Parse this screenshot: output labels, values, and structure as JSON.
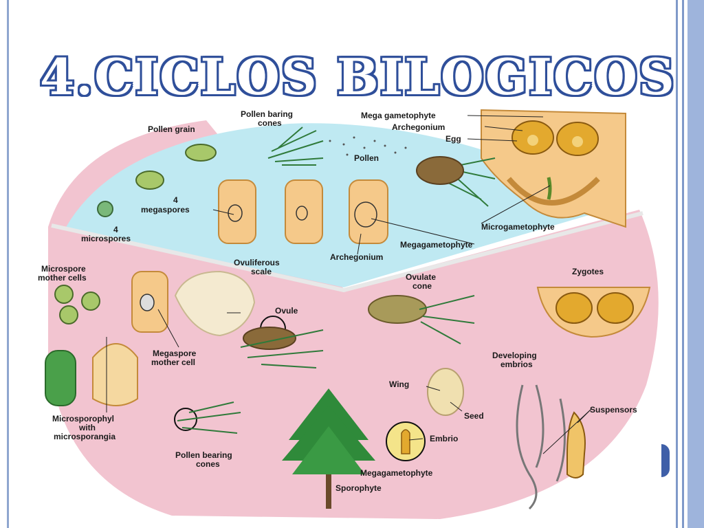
{
  "title": "4.CICLOS BILOGICOS",
  "labels": {
    "pollen_grain": "Pollen grain",
    "pollen_baring_cones_1": "Pollen baring",
    "pollen_baring_cones_2": "cones",
    "mega_gametophyte": "Mega gametophyte",
    "archegonium_top": "Archegonium",
    "egg": "Egg",
    "pollen": "Pollen",
    "megaspores_1": "4",
    "megaspores_2": "megaspores",
    "microspores_1": "4",
    "microspores_2": "microspores",
    "microgametophyte": "Microgametophyte",
    "megagametophyte_top": "Megagametophyte",
    "archegonium_mid": "Archegonium",
    "ovuliferous_1": "Ovuliferous",
    "ovuliferous_2": "scale",
    "microspore_mother_1": "Microspore",
    "microspore_mother_2": "mother cells",
    "ovulate_1": "Ovulate",
    "ovulate_2": "cone",
    "zygotes": "Zygotes",
    "ovule": "Ovule",
    "megaspore_mother_1": "Megaspore",
    "megaspore_mother_2": "mother cell",
    "developing_1": "Developing",
    "developing_2": "embrios",
    "wing": "Wing",
    "seed": "Seed",
    "suspensors": "Suspensors",
    "microsporophyl_1": "Microsporophyl",
    "microsporophyl_2": "with",
    "microsporophyl_3": "microsporangia",
    "embrio": "Embrio",
    "pollen_bearing_1": "Pollen bearing",
    "pollen_bearing_2": "cones",
    "megagametophyte_bottom": "Megagametophyte",
    "sporophyte": "Sporophyte"
  },
  "colors": {
    "pink_region": "#f2c4d0",
    "blue_region": "#bfe9f2",
    "title_outline": "#2f4f9a",
    "tissue": "#f5c98a",
    "cone": "#8a6a3a",
    "needle": "#2f7a3a"
  }
}
